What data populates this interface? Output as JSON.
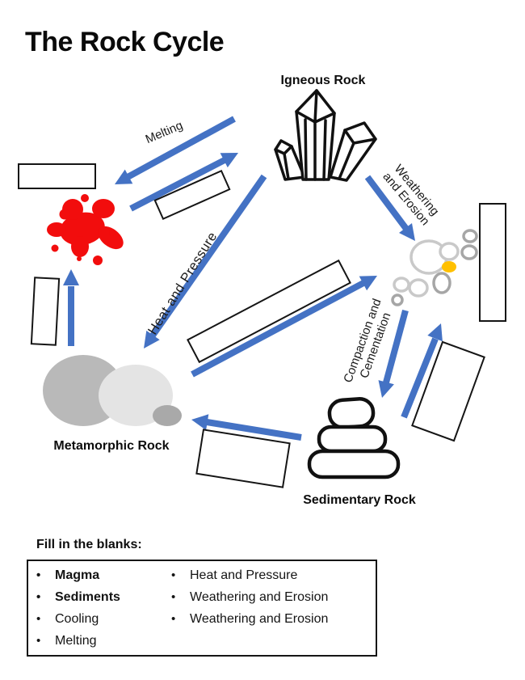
{
  "title": "The Rock Cycle",
  "diagram": {
    "nodes": {
      "igneous": "Igneous Rock",
      "metamorphic": "Metamorphic Rock",
      "sedimentary": "Sedimentary Rock"
    },
    "process_labels": {
      "melting": "Melting",
      "weathering_line1": "Weathering",
      "weathering_line2": "and Erosion",
      "heat_pressure": "Heat and Pressure",
      "compaction_line1": "Compaction and",
      "compaction_line2": "Cementation"
    },
    "icons": {
      "magma": "red-splat",
      "igneous": "crystal-cluster",
      "sediments": "pebbles-with-yellow-grain",
      "metamorphic": "gray-blobs",
      "sedimentary": "stacked-stones"
    },
    "colors": {
      "arrow_blue": "#4472C4",
      "magma_red": "#F20D0D",
      "sediment_yellow": "#FFC000",
      "blob_gray_dark": "#b9b9b9",
      "blob_gray_light": "#e4e4e4"
    }
  },
  "word_bank": {
    "heading": "Fill in the blanks:",
    "left_column": [
      {
        "label": "Magma"
      },
      {
        "label": "Sediments"
      },
      {
        "label": "Cooling"
      },
      {
        "label": "Melting"
      }
    ],
    "right_column": [
      {
        "label": "Heat and Pressure"
      },
      {
        "label": "Weathering and Erosion"
      },
      {
        "label": "Weathering and Erosion"
      }
    ]
  }
}
